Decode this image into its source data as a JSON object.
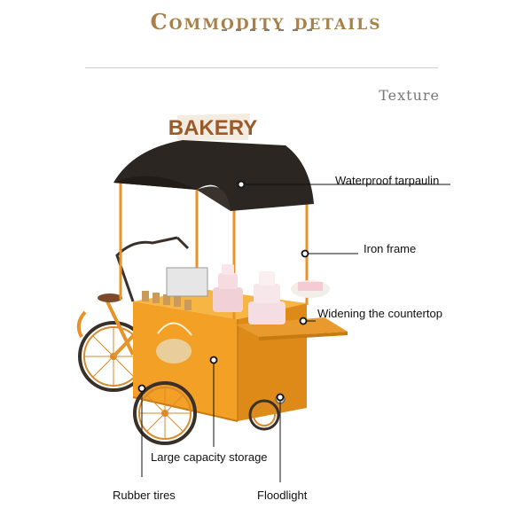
{
  "header": {
    "title": "Commodity details",
    "section": "Texture"
  },
  "cart": {
    "sign_text": "BAKERY",
    "colors": {
      "canopy": "#2b2622",
      "body": "#f2a126",
      "body_shade": "#dd8a18",
      "frame": "#e8932a",
      "wheel": "#d98a2a",
      "tire": "#3a302a",
      "accent": "#a9804a"
    }
  },
  "callouts": {
    "tarpaulin": "Waterproof tarpaulin",
    "frame": "Iron frame",
    "countertop": "Widening the countertop",
    "storage": "Large capacity storage",
    "tires": "Rubber tires",
    "floodlight": "Floodlight"
  }
}
